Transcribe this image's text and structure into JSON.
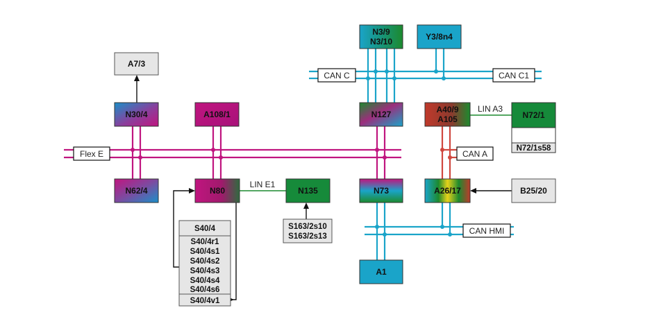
{
  "buses": {
    "flex_e": {
      "label": "Flex E",
      "color": "#c0157f"
    },
    "can_c": {
      "label": "CAN C",
      "color": "#1aa4c9"
    },
    "can_c1": {
      "label": "CAN C1",
      "color": "#1aa4c9"
    },
    "can_a": {
      "label": "CAN A",
      "color": "#d0473e"
    },
    "can_hmi": {
      "label": "CAN HMI",
      "color": "#1aa4c9"
    },
    "lin_e1": {
      "label": "LIN E1",
      "color": "#1c8a2e"
    },
    "lin_a3": {
      "label": "LIN A3",
      "color": "#1c8a2e"
    }
  },
  "nodes": {
    "a7_3": {
      "label": "A7/3"
    },
    "n30_4": {
      "label": "N30/4"
    },
    "a108_1": {
      "label": "A108/1"
    },
    "n62_4": {
      "label": "N62/4"
    },
    "n80": {
      "label": "N80"
    },
    "n135": {
      "label": "N135"
    },
    "n3": {
      "line1": "N3/9",
      "line2": "N3/10"
    },
    "y3": {
      "label": "Y3/8n4"
    },
    "n127": {
      "label": "N127"
    },
    "n73": {
      "label": "N73"
    },
    "a40": {
      "line1": "A40/9",
      "line2": "A105"
    },
    "n72_1": {
      "label": "N72/1"
    },
    "n72_1s58": {
      "label": "N72/1s58"
    },
    "a26_17": {
      "label": "A26/17"
    },
    "b25_20": {
      "label": "B25/20"
    },
    "a1": {
      "label": "A1"
    },
    "s163": {
      "line1": "S163/2s10",
      "line2": "S163/2s13"
    }
  },
  "switch_group": {
    "items": [
      "S40/4",
      "S40/4r1",
      "S40/4s1",
      "S40/4s2",
      "S40/4s3",
      "S40/4s4",
      "S40/4s6",
      "S40/4v1"
    ]
  },
  "colors": {
    "magenta": "#b5127c",
    "blue": "#1b8fc8",
    "green": "#168a3a",
    "red": "#c0392b",
    "yellow": "#e8d21a",
    "grey_box": "#e6e6e6"
  }
}
